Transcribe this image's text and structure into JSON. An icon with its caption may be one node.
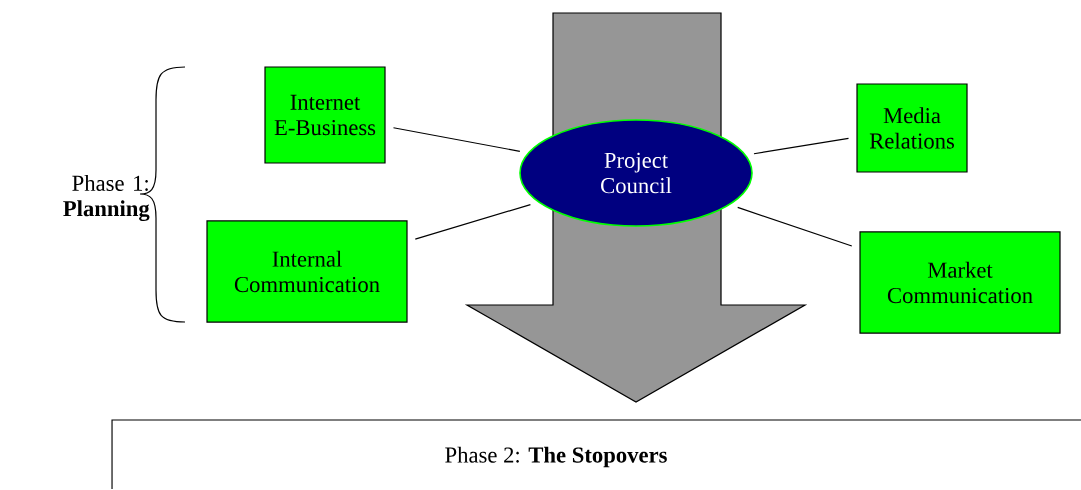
{
  "diagram": {
    "nodes": [
      {
        "text": [
          "Internet E-Business"
        ]
      },
      {
        "text": [
          "Internal Communication"
        ]
      },
      {
        "text": [
          "Project Council"
        ]
      },
      {
        "text": [
          "Media Relations"
        ]
      },
      {
        "text": [
          "Market Communication"
        ]
      },
      {
        "text": [
          "Phase 2:  **The Stopovers**"
        ]
      }
    ],
    "edges": [
      {
        "from": 0,
        "to": 2,
        "arrow": "none"
      },
      {
        "from": 1,
        "to": 2,
        "arrow": "none"
      },
      {
        "from": 2,
        "to": 3,
        "arrow": "none"
      },
      {
        "from": 2,
        "to": 4,
        "arrow": "none"
      }
    ],
    "labels": [
      "Phase 1: **Planning**"
    ]
  }
}
